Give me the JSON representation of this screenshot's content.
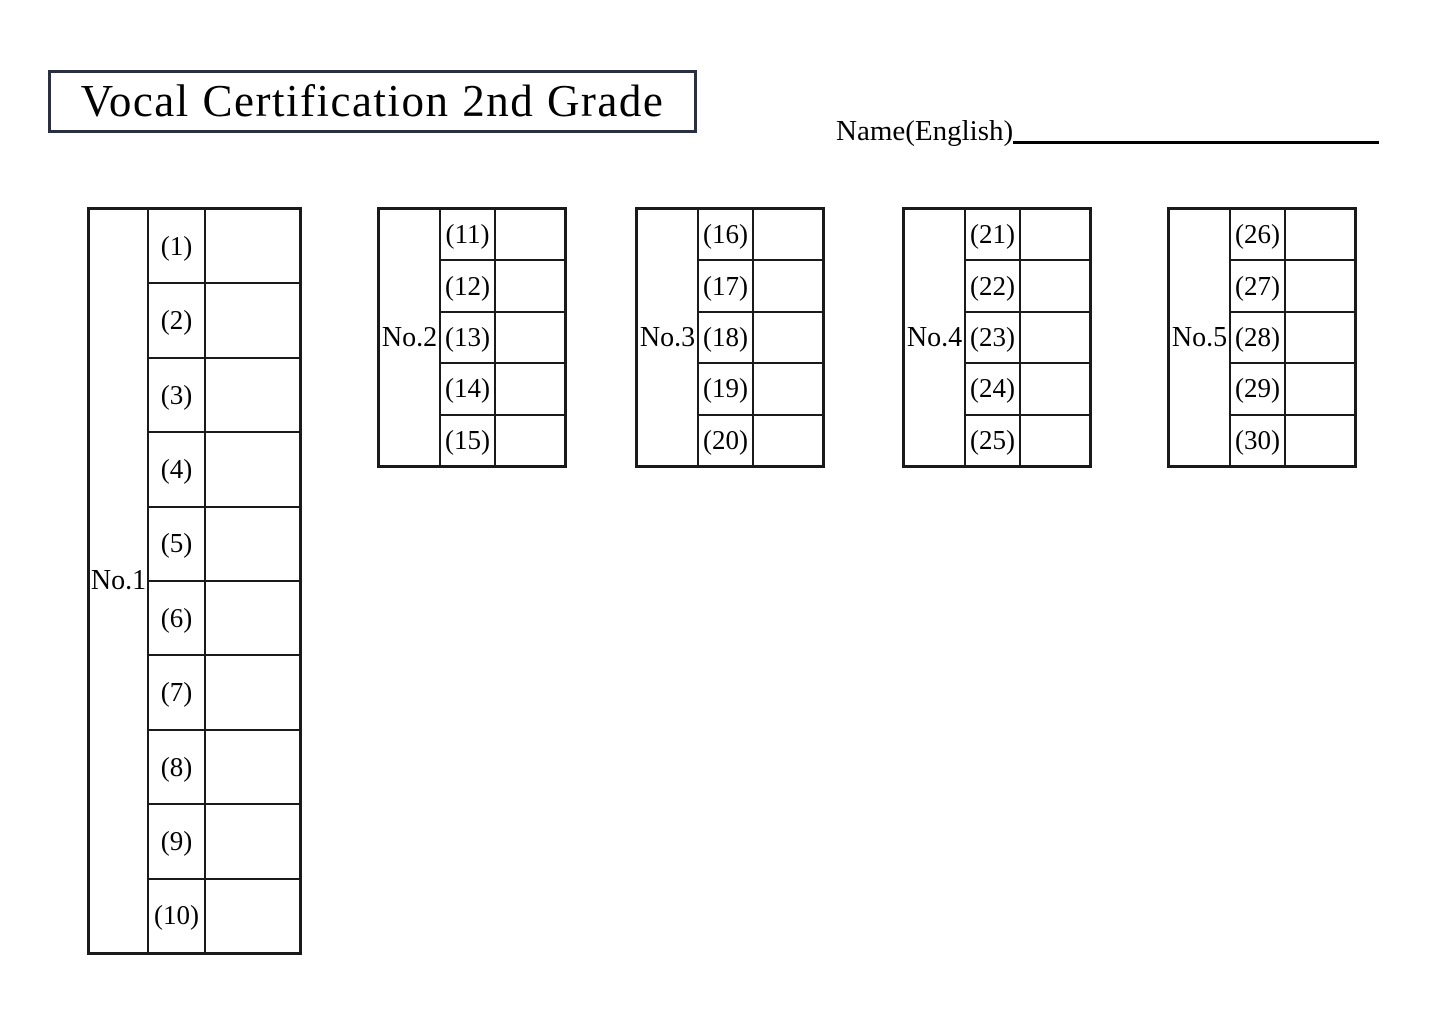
{
  "document": {
    "title": "Vocal Certification 2nd Grade",
    "name_label": "Name(English)",
    "name_value": "",
    "background_color": "#ffffff",
    "ink_color": "#000000",
    "title_border_color": "#2b3040"
  },
  "tables": [
    {
      "group_label": "No.1",
      "rows": [
        {
          "number": "(1)",
          "answer": ""
        },
        {
          "number": "(2)",
          "answer": ""
        },
        {
          "number": "(3)",
          "answer": ""
        },
        {
          "number": "(4)",
          "answer": ""
        },
        {
          "number": "(5)",
          "answer": ""
        },
        {
          "number": "(6)",
          "answer": ""
        },
        {
          "number": "(7)",
          "answer": ""
        },
        {
          "number": "(8)",
          "answer": ""
        },
        {
          "number": "(9)",
          "answer": ""
        },
        {
          "number": "(10)",
          "answer": ""
        }
      ]
    },
    {
      "group_label": "No.2",
      "rows": [
        {
          "number": "(11)",
          "answer": ""
        },
        {
          "number": "(12)",
          "answer": ""
        },
        {
          "number": "(13)",
          "answer": ""
        },
        {
          "number": "(14)",
          "answer": ""
        },
        {
          "number": "(15)",
          "answer": ""
        }
      ]
    },
    {
      "group_label": "No.3",
      "rows": [
        {
          "number": "(16)",
          "answer": ""
        },
        {
          "number": "(17)",
          "answer": ""
        },
        {
          "number": "(18)",
          "answer": ""
        },
        {
          "number": "(19)",
          "answer": ""
        },
        {
          "number": "(20)",
          "answer": ""
        }
      ]
    },
    {
      "group_label": "No.4",
      "rows": [
        {
          "number": "(21)",
          "answer": ""
        },
        {
          "number": "(22)",
          "answer": ""
        },
        {
          "number": "(23)",
          "answer": ""
        },
        {
          "number": "(24)",
          "answer": ""
        },
        {
          "number": "(25)",
          "answer": ""
        }
      ]
    },
    {
      "group_label": "No.5",
      "rows": [
        {
          "number": "(26)",
          "answer": ""
        },
        {
          "number": "(27)",
          "answer": ""
        },
        {
          "number": "(28)",
          "answer": ""
        },
        {
          "number": "(29)",
          "answer": ""
        },
        {
          "number": "(30)",
          "answer": ""
        }
      ]
    }
  ]
}
